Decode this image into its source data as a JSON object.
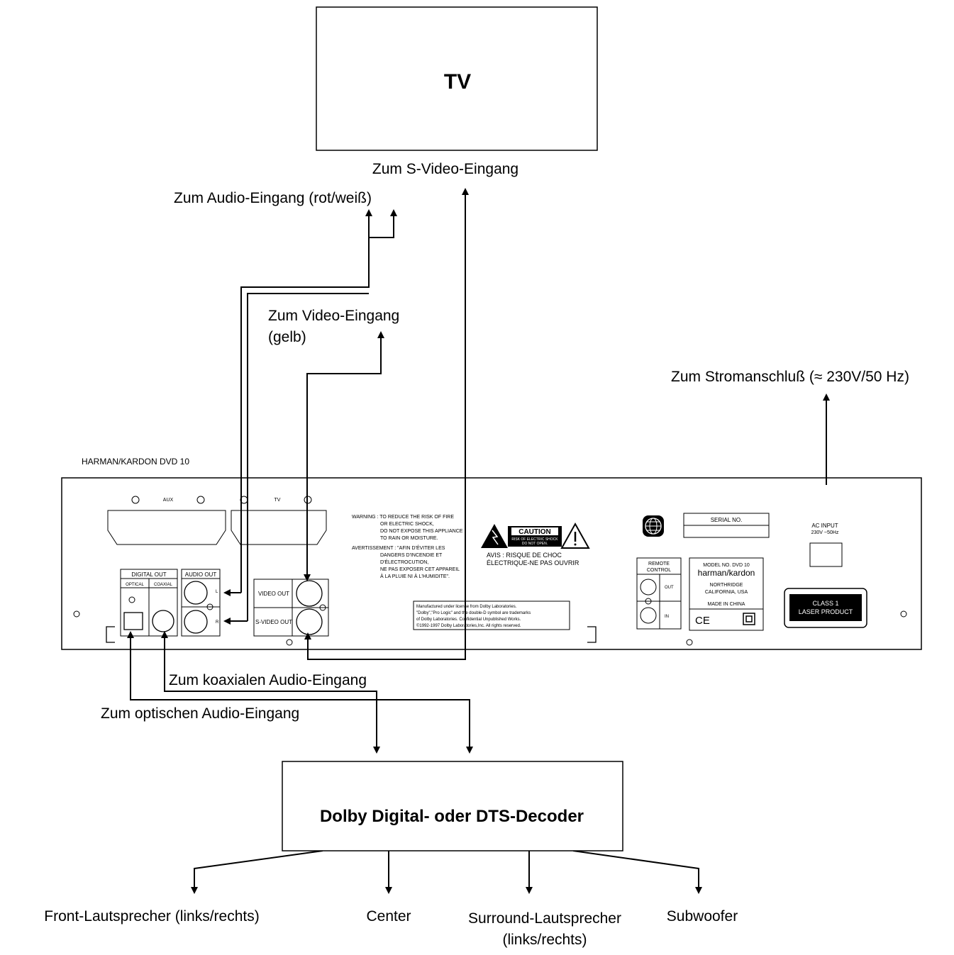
{
  "tv": {
    "label": "TV"
  },
  "decoder": {
    "label": "Dolby Digital- oder DTS-Decoder"
  },
  "labels": {
    "s_video_in": "Zum S-Video-Eingang",
    "audio_in": "Zum Audio-Eingang (rot/weiß)",
    "video_in_line1": "Zum Video-Eingang",
    "video_in_line2": "(gelb)",
    "power": "Zum Stromanschluß (≈ 230V/50 Hz)",
    "coax_in": "Zum koaxialen Audio-Eingang",
    "optical_in": "Zum optischen Audio-Eingang"
  },
  "outputs": {
    "front": "Front-Lautsprecher (links/rechts)",
    "center": "Center",
    "surround_line1": "Surround-Lautsprecher",
    "surround_line2": "(links/rechts)",
    "subwoofer": "Subwoofer"
  },
  "panel": {
    "model_title": "HARMAN/KARDON DVD 10",
    "aux": "AUX",
    "tv": "TV",
    "digital_out": "DIGITAL  OUT",
    "optical": "OPTICAL",
    "coaxial": "COAXIAL",
    "audio_out": "AUDIO  OUT",
    "audio_l": "L",
    "audio_r": "R",
    "video_out": "VIDEO  OUT",
    "svideo_out": "S-VIDEO  OUT",
    "warning": [
      "WARNING : TO REDUCE THE RISK OF FIRE",
      "OR ELECTRIC SHOCK,",
      "DO NOT EXPOSE THIS APPLIANCE",
      "TO RAIN OR MOISTURE.",
      "AVERTISSEMENT : \"AFIN D'ÉVITER LES",
      "DANGERS D'INCENDIE ET",
      "D'ÉLECTROCUTION,",
      "NE PAS EXPOSER CET APPAREIL",
      "À LA PLUIE NI À L'HUMIDITE\"."
    ],
    "caution": "CAUTION",
    "caution_sub1": "RISK OF ELECTRIC SHOCK",
    "caution_sub2": "DO NOT OPEN.",
    "avis1": "AVIS : RISQUE DE CHOC",
    "avis2": "ÉLECTRIQUE-NE PAS OUVRIR",
    "dolby": [
      "Manufactured under license from Dolby Laboratories.",
      "\"Dolby\",\"Pro Logic\" and the double-D symbol are trademarks",
      "of Dolby Laboratories.  Confidential Unpublished Works.",
      "©1992-1997 Dolby Laboratories,Inc. All rights reserved."
    ],
    "serial": "SERIAL NO.",
    "remote_l1": "REMOTE",
    "remote_l2": "CONTROL",
    "remote_out": "OUT",
    "remote_in": "IN",
    "model_no": "MODEL NO. DVD 10",
    "brand": "harman/kardon",
    "northridge": "NORTHRIDGE",
    "california": "CALIFORNIA, USA",
    "made_in": "MADE IN CHINA",
    "ce": "CE",
    "ac_input": "AC INPUT",
    "ac_rating": "230V ~50Hz",
    "class1_l1": "CLASS 1",
    "class1_l2": "LASER PRODUCT"
  },
  "colors": {
    "line": "#000000",
    "background": "#ffffff"
  }
}
